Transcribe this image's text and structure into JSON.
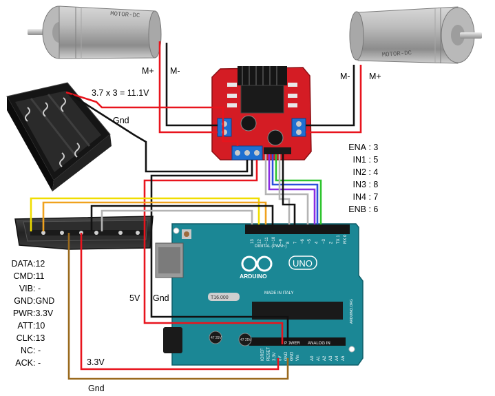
{
  "battery": {
    "voltage_label": "3.7 x 3 = 11.1V",
    "gnd_label": "Gnd"
  },
  "motor_left": {
    "plus_label": "M+",
    "minus_label": "M-",
    "model_text": "MOTOR-DC"
  },
  "motor_right": {
    "minus_label": "M-",
    "plus_label": "M+",
    "model_text": "MOTOR-DC"
  },
  "driver_pins": [
    {
      "name": "ENA",
      "sep": " : ",
      "value": "3"
    },
    {
      "name": "IN1",
      "sep": " : ",
      "value": "5"
    },
    {
      "name": "IN2",
      "sep": " : ",
      "value": "4"
    },
    {
      "name": "IN3",
      "sep": " : ",
      "value": "8"
    },
    {
      "name": "IN4",
      "sep": " : ",
      "value": "7"
    },
    {
      "name": "ENB",
      "sep": " : ",
      "value": "6"
    }
  ],
  "ps2_pins": [
    {
      "name": "DATA",
      "sep": ":",
      "value": "12"
    },
    {
      "name": "CMD",
      "sep": ":",
      "value": "11"
    },
    {
      "name": "VIB",
      "sep": ": ",
      "value": "-"
    },
    {
      "name": "GND",
      "sep": ":",
      "value": "GND"
    },
    {
      "name": "PWR",
      "sep": ":",
      "value": "3.3V"
    },
    {
      "name": "ATT",
      "sep": ":",
      "value": "10"
    },
    {
      "name": "CLK",
      "sep": ":",
      "value": "13"
    },
    {
      "name": "NC",
      "sep": ": ",
      "value": "-"
    },
    {
      "name": "ACK",
      "sep": ": ",
      "value": "-"
    }
  ],
  "power_labels": {
    "five_v": "5V",
    "gnd_mid": "Gnd",
    "three_v3": "3.3V",
    "gnd_bottom": "Gnd"
  },
  "arduino": {
    "brand": "ARDUINO",
    "model": "UNO",
    "digital_label": "DIGITAL (PWM~)",
    "power_label": "POWER",
    "analog_label": "ANALOG IN",
    "made_in": "MADE IN ITALY",
    "crystal": "T16.000",
    "header_pins": [
      "13",
      "12",
      "~11",
      "~10",
      "~9",
      "8",
      "7",
      "~6",
      "~5",
      "4",
      "~3",
      "2",
      "TX 1",
      "RX 0"
    ],
    "power_pins": [
      "IOREF",
      "RESET",
      "3.3V",
      "5V",
      "GND",
      "GND",
      "Vin"
    ],
    "analog_pins": [
      "A0",
      "A1",
      "A2",
      "A3",
      "A4",
      "A5"
    ],
    "cap_text": "47 25V",
    "site": "ARDUINO.ORG"
  },
  "colors": {
    "wire_red": "#e8141d",
    "wire_black": "#111111",
    "wire_yellow": "#f0dd00",
    "wire_orange": "#f0a21e",
    "wire_gray": "#b4b4b4",
    "wire_brown": "#9a6a1e",
    "wire_green": "#2ec42e",
    "wire_purple": "#8a2be2",
    "wire_blue": "#2d4edb",
    "board_teal": "#1b8795",
    "driver_red": "#d41c24"
  }
}
